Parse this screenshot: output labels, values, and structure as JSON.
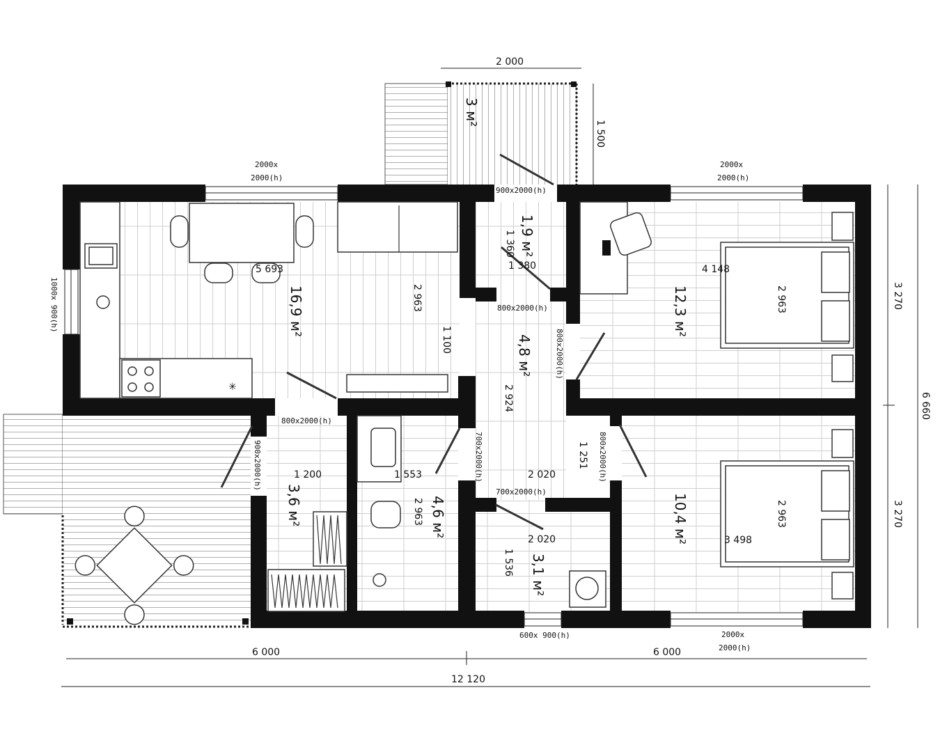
{
  "dimensions": {
    "total_width": "12 120",
    "left_width": "6 000",
    "right_width": "6 000",
    "total_height": "6 660",
    "upper_height": "3 270",
    "lower_height": "3 270",
    "porch_width": "2 000",
    "porch_depth": "1 500"
  },
  "rooms": {
    "porch": {
      "area": "3 м²"
    },
    "living_kitchen": {
      "area": "16,9 м²",
      "length": "5 693",
      "depth": "2 963",
      "inner": "1 100"
    },
    "entry_hall": {
      "area": "1,9 м²",
      "d1": "1 360",
      "d2": "1 380"
    },
    "corridor": {
      "area": "4,8 м²",
      "length": "2 924",
      "width": "2 020",
      "d1": "1 251"
    },
    "bedroom_1": {
      "area": "12,3 м²",
      "length": "4 148",
      "depth": "2 963"
    },
    "bedroom_2": {
      "area": "10,4 м²",
      "length": "3 498",
      "depth": "2 963"
    },
    "wardrobe": {
      "area": "3,6 м²",
      "width": "1 200"
    },
    "bathroom": {
      "area": "4,6 м²",
      "width": "1 553",
      "depth": "2 963"
    },
    "laundry": {
      "area": "3,1 м²",
      "width": "2 020",
      "depth": "1 536"
    }
  },
  "openings": {
    "window_living": "2000x\n2000(h)",
    "window_living_l1": "2000x",
    "window_living_l2": "2000(h)",
    "window_bed1_l1": "2000x",
    "window_bed1_l2": "2000(h)",
    "window_bed2_l1": "2000x",
    "window_bed2_l2": "2000(h)",
    "window_kitchen": "1000x 900(h)",
    "window_laundry": "600x 900(h)",
    "door_entry": "900x2000(h)",
    "door_hall": "800x2000(h)",
    "door_bed1": "800x2000(h)",
    "door_wardrobe": "800x2000(h)",
    "door_terrace": "900x2000(h)",
    "door_bath": "700x2000(h)",
    "door_laundry": "700x2000(h)",
    "door_bed2": "800x2000(h)"
  }
}
